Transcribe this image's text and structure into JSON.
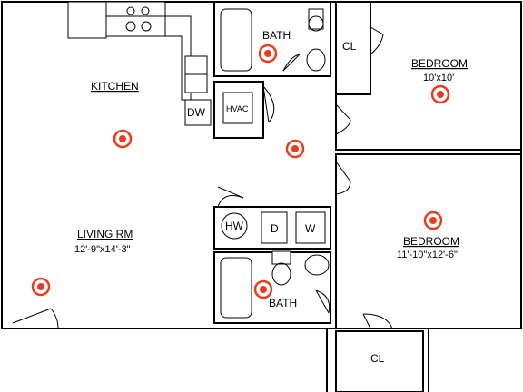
{
  "rooms": {
    "kitchen": "KITCHEN",
    "living": "LIVING RM",
    "living_dim": "12'-9\"x14'-3\"",
    "bath_top": "BATH",
    "bath_bottom": "BATH",
    "closet_top": "CL",
    "closet_bottom": "CL",
    "bedroom1": "BEDROOM",
    "bedroom1_dim": "10'x10'",
    "bedroom2": "BEDROOM",
    "bedroom2_dim": "11'-10\"x12'-6\""
  },
  "fixtures": {
    "dishwasher": "DW",
    "hvac": "HVAC",
    "water_heater": "HW",
    "dryer": "D",
    "washer": "W"
  },
  "colors": {
    "marker": "#ee3a1c",
    "wall": "#000000"
  }
}
